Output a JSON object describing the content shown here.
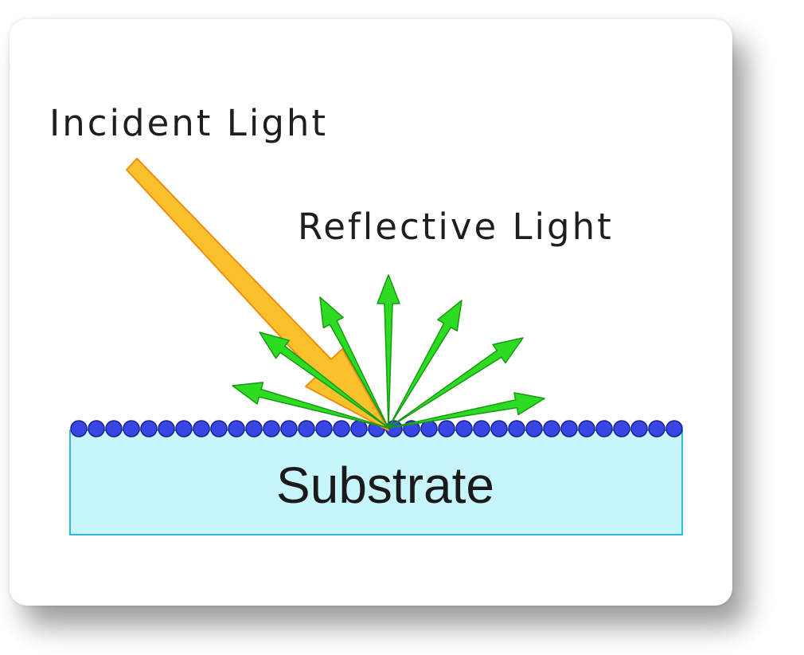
{
  "incident_label": "Incident Light",
  "reflective_label": "Reflective Light",
  "substrate_label": "Substrate",
  "colors": {
    "incident_arrow_fill": "#f8c12c",
    "incident_arrow_stroke": "#ef8e10",
    "reflected_arrow_fill": "#2edb23",
    "reflected_arrow_stroke": "#169a12",
    "atom_fill": "#3946e6",
    "atom_stroke": "#1a1f8c",
    "substrate_fill": "#c6f6fb",
    "substrate_stroke": "#2fb9da"
  }
}
